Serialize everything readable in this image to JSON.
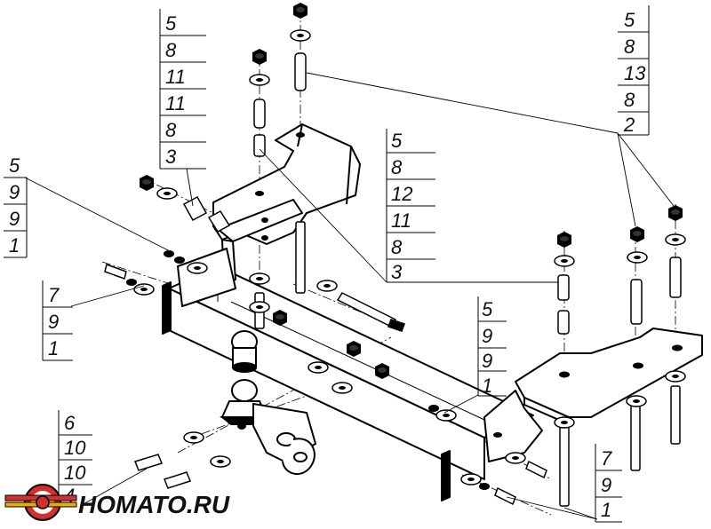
{
  "callouts": [
    {
      "id": "group-a",
      "values": [
        "5",
        "8",
        "11",
        "11",
        "8",
        "3"
      ]
    },
    {
      "id": "group-b",
      "values": [
        "5",
        "8",
        "13",
        "8",
        "2"
      ]
    },
    {
      "id": "group-c",
      "values": [
        "5",
        "9",
        "9",
        "1"
      ]
    },
    {
      "id": "group-d",
      "values": [
        "5",
        "8",
        "12",
        "11",
        "8",
        "3"
      ]
    },
    {
      "id": "group-e",
      "values": [
        "7",
        "9",
        "1"
      ]
    },
    {
      "id": "group-f",
      "values": [
        "5",
        "9",
        "9",
        "1"
      ]
    },
    {
      "id": "group-g",
      "values": [
        "6",
        "10",
        "10",
        "4"
      ]
    },
    {
      "id": "group-h",
      "values": [
        "7",
        "9",
        "1"
      ]
    }
  ],
  "logo": {
    "text": "HOMATO.RU",
    "colors": {
      "primary": "#d32f2f",
      "accent": "#f2a900",
      "text": "#111111"
    }
  },
  "diagram": {
    "line_color": "#000000",
    "fill_color": "#ffffff",
    "centerline_style": "dash-dot"
  }
}
